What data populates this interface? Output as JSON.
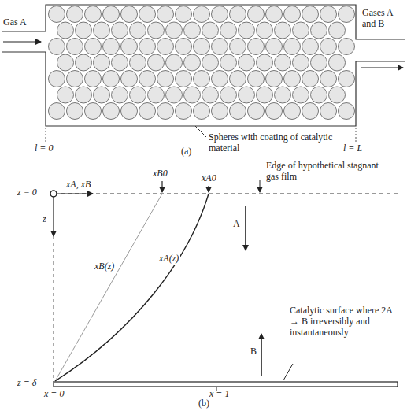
{
  "diagram": {
    "labels": [
      "Gas A",
      "Gases A and B",
      "Spheres with coating of catalytic material",
      "l = 0",
      "(a)",
      "l = L",
      "z = 0",
      "z",
      "xB0",
      "xA, xB",
      "xA0",
      "Edge of hypothetical stagnant gas film",
      "xB(z)",
      "xA(z)",
      "A",
      "B",
      "Catalytic surface where 2A → B irreversibly and instantaneously",
      "z = δ",
      "x = 0",
      "x = 1",
      "(b)"
    ]
  }
}
